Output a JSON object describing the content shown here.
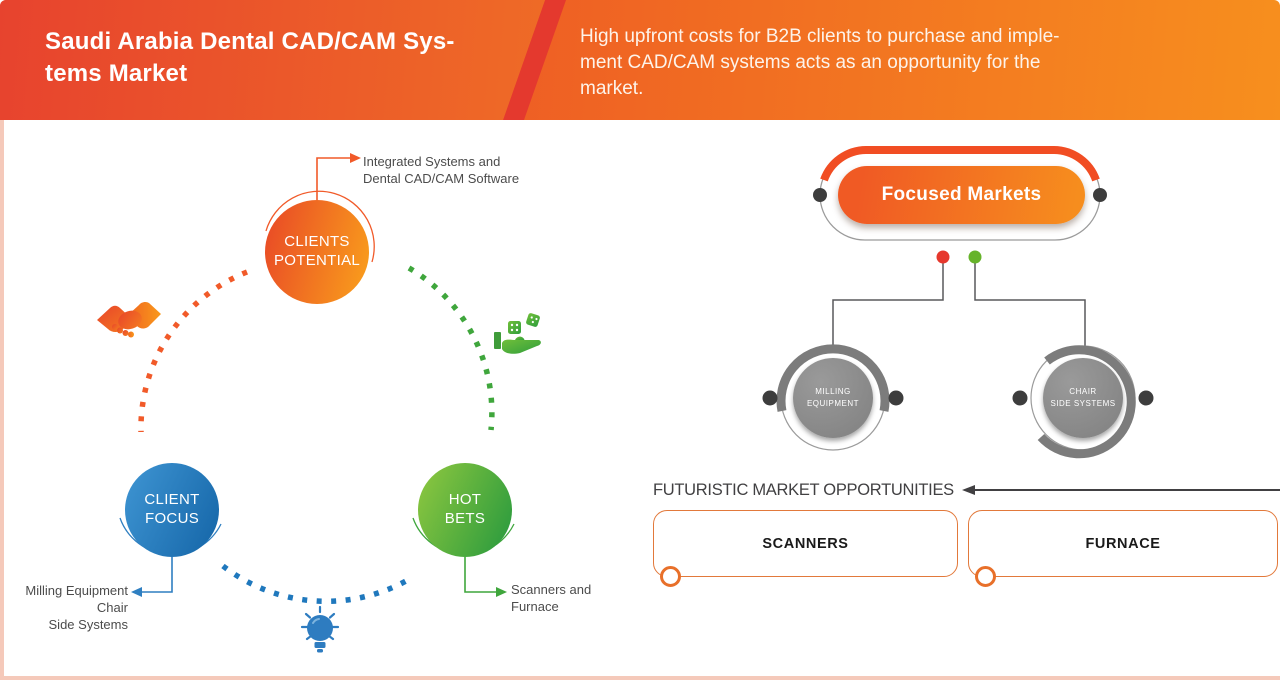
{
  "header": {
    "title_lines": [
      "Saudi Arabia Dental CAD/CAM Sys-",
      "tems Market"
    ],
    "description_lines": [
      "High upfront costs for B2B clients to purchase and imple-",
      "ment CAD/CAM systems acts as an opportunity for the",
      "market."
    ]
  },
  "cycle": {
    "nodes": [
      {
        "id": "clients-potential",
        "label_lines": [
          "CLIENTS",
          "POTENTIAL"
        ],
        "color": "#F15A24"
      },
      {
        "id": "client-focus",
        "label_lines": [
          "CLIENT",
          "FOCUS"
        ],
        "color": "#2F7FC1"
      },
      {
        "id": "hot-bets",
        "label_lines": [
          "HOT",
          "BETS"
        ],
        "color": "#3FA33A"
      }
    ],
    "callouts": [
      {
        "for": "clients-potential",
        "lines": [
          "Integrated Systems and",
          "Dental CAD/CAM Software"
        ]
      },
      {
        "for": "client-focus",
        "lines": [
          "Milling Equipment",
          "Chair",
          "Side Systems"
        ]
      },
      {
        "for": "hot-bets",
        "lines": [
          "Scanners and",
          "Furnace"
        ]
      }
    ],
    "icons": [
      "handshake-icon",
      "dice-hand-icon",
      "lightbulb-icon"
    ]
  },
  "focused_markets": {
    "title": "Focused Markets",
    "children": [
      {
        "label_lines": [
          "MILLING",
          "EQUIPMENT"
        ]
      },
      {
        "label_lines": [
          "CHAIR",
          "SIDE SYSTEMS"
        ]
      }
    ]
  },
  "opportunities": {
    "heading": "FUTURISTIC MARKET OPPORTUNITIES",
    "items": [
      {
        "label": "SCANNERS"
      },
      {
        "label": "FURNACE"
      }
    ]
  },
  "colors": {
    "header_left_start": "#E7432E",
    "header_left_end": "#F9A01C",
    "header_stripe": "#E4392E",
    "header_right_start": "#EE5D24",
    "header_right_end": "#F78F1E",
    "accent_orange": "#F15A24",
    "accent_blue": "#2F7FC1",
    "accent_green": "#3FA33A",
    "gray_node": "#8B8B8B",
    "tree_line": "#58595B",
    "frame_border": "#F5C9BA",
    "box_border": "#E2793B"
  }
}
